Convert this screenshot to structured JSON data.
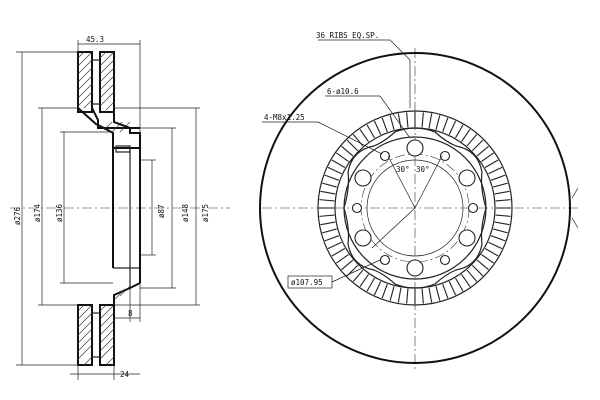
{
  "side_view": {
    "dims": {
      "width_top": "45.3",
      "d_outer": "ø276",
      "d_174": "ø174",
      "d_136": "ø136",
      "d_87": "ø87",
      "d_148": "ø148",
      "d_175": "ø175",
      "thickness_small": "8",
      "thickness": "24"
    }
  },
  "front_view": {
    "callouts": {
      "ribs": "36 RIBS EQ.SP.",
      "holes": "6-ø10.6",
      "threads": "4-M8x1.25",
      "angle_left": "30°",
      "angle_right": "30°",
      "pcd": "ø107.95"
    },
    "rib_count": 36
  }
}
